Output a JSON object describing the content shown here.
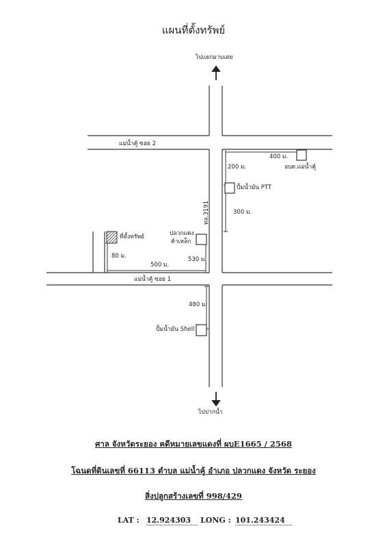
{
  "title": "แผนที่ตั้งทรัพย์",
  "directions": {
    "north": "ไปแยกมาบเตย",
    "south": "ไปปากน้ำ"
  },
  "roads": {
    "soi2": "แม่น้ำคู้ ซอย 2",
    "soi1": "แม่น้ำคู้ ซอย 1",
    "highway": "ทล.3191"
  },
  "landmarks": {
    "obt": "อบต.แม่น้ำคู้",
    "ptt": "ปั้มน้ำมัน PTT",
    "shell": "ปั้มน้ำมัน Shell",
    "shop_line1": "ปลวกแดง",
    "shop_line2": "ค้าเหล็ก",
    "property": "ที่ตั้งทรัพย์"
  },
  "distances": {
    "d400": "400 ม.",
    "d200": "200 ม.",
    "d300": "300 ม.",
    "d80": "80 ม.",
    "d500": "500 ม.",
    "d530": "530 ม.",
    "d480": "480 ม."
  },
  "footer": {
    "court_line": "ศาล จังหวัดระยอง คดีหมายเลขแดงที่ ผบE1665 / 2568",
    "deed_line": "โฉนดที่ดินเลขที่ 66113 ตำบล แม่น้ำคู้ อำเภอ ปลวกแดง จังหวัด ระยอง",
    "building_line": "สิ่งปลูกสร้างเลขที่ 998/429",
    "lat_label": "LAT :",
    "lat_value": "12.924303",
    "long_label": "LONG :",
    "long_value": "101.243424"
  }
}
